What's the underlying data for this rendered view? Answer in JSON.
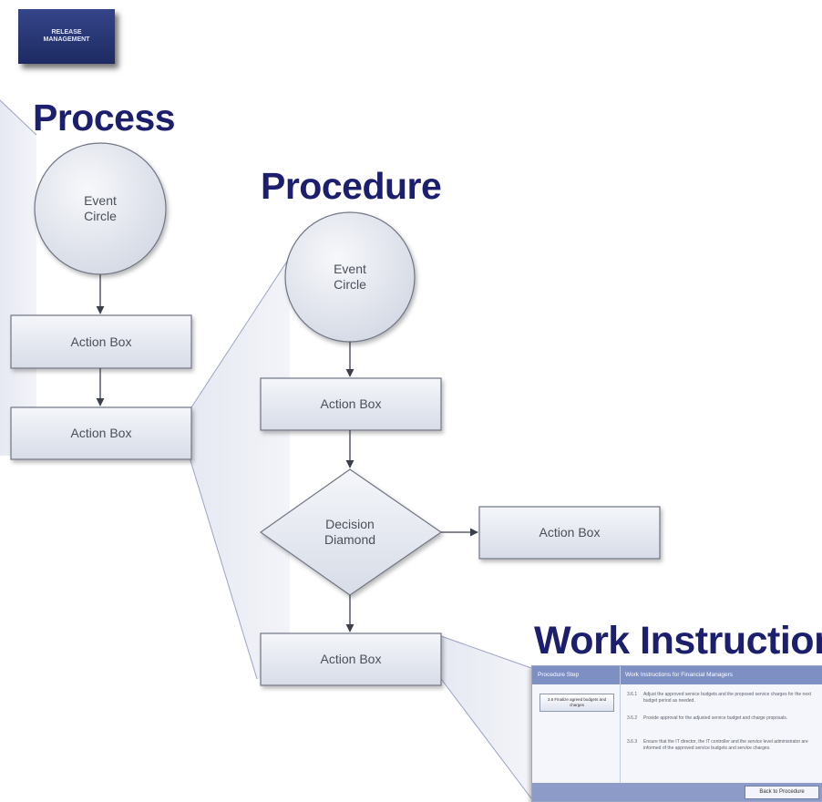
{
  "logo": {
    "text": "RELEASE MANAGEMENT"
  },
  "headings": {
    "process": "Process",
    "procedure": "Procedure",
    "work_instruction": "Work Instruction"
  },
  "process": {
    "event": "Event Circle",
    "action1": "Action Box",
    "action2": "Action Box"
  },
  "procedure": {
    "event": "Event Circle",
    "action1": "Action Box",
    "decision": "Decision Diamond",
    "action_right": "Action Box",
    "action2": "Action Box"
  },
  "work_instruction": {
    "col1": "Procedure Step",
    "col2": "Work Instructions for Financial Managers",
    "button": "3.6 Finalize agreed budgets and charges",
    "steps": [
      {
        "num": "3.6.1",
        "text": "Adjust the approved service budgets and the proposed service charges for the next budget period as needed."
      },
      {
        "num": "3.6.2",
        "text": "Provide approval for the adjusted service budget and charge proposals."
      },
      {
        "num": "3.6.3",
        "text": "Ensure that the IT director, the IT controller and the service level administrator are informed of the approved service budgets and service charges."
      }
    ],
    "back": "Back to Procedure"
  },
  "colors": {
    "heading": "#1c1f6e",
    "shape_fill": "#e6e9f1",
    "shape_stroke": "#6f7584",
    "zoom_fill": "#e9ecf4",
    "zoom_stroke": "#9aa3c3",
    "logo": "#2a3774"
  }
}
